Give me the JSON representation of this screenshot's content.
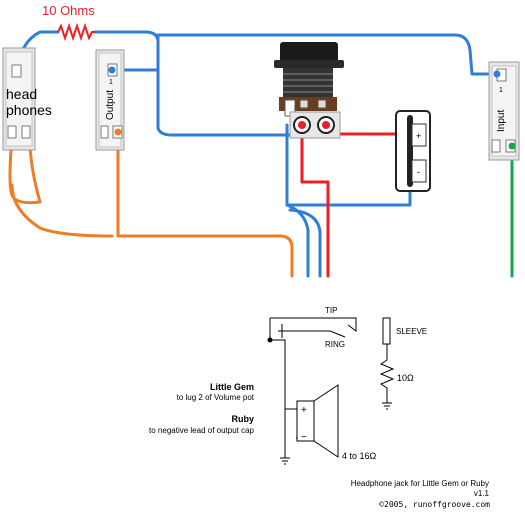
{
  "colors": {
    "blue": "#2f7fd6",
    "orange": "#f07c24",
    "red": "#ee1d24",
    "green": "#19a64a",
    "resistor_label": "#ee1d24",
    "black": "#000000"
  },
  "wiring": {
    "resistor_label": "10 Ohms",
    "headphones_label_line1": "head",
    "headphones_label_line2": "phones",
    "output_label": "Output",
    "input_label": "Input",
    "pin_1": "1",
    "speaker_plus": "+",
    "speaker_minus": "-"
  },
  "schematic": {
    "tip_label": "TIP",
    "ring_label": "RING",
    "sleeve_label": "SLEEVE",
    "resistor_value": "10Ω",
    "little_gem_title": "Little Gem",
    "little_gem_desc": "to lug 2 of Volume pot",
    "ruby_title": "Ruby",
    "ruby_desc": "to negative lead of output cap",
    "speaker_range": "4 to 16Ω",
    "plus": "+",
    "minus": "−",
    "caption": "Headphone jack for Little Gem or Ruby",
    "version": "v1.1",
    "copyright": "©2005, runoffgroove.com"
  }
}
